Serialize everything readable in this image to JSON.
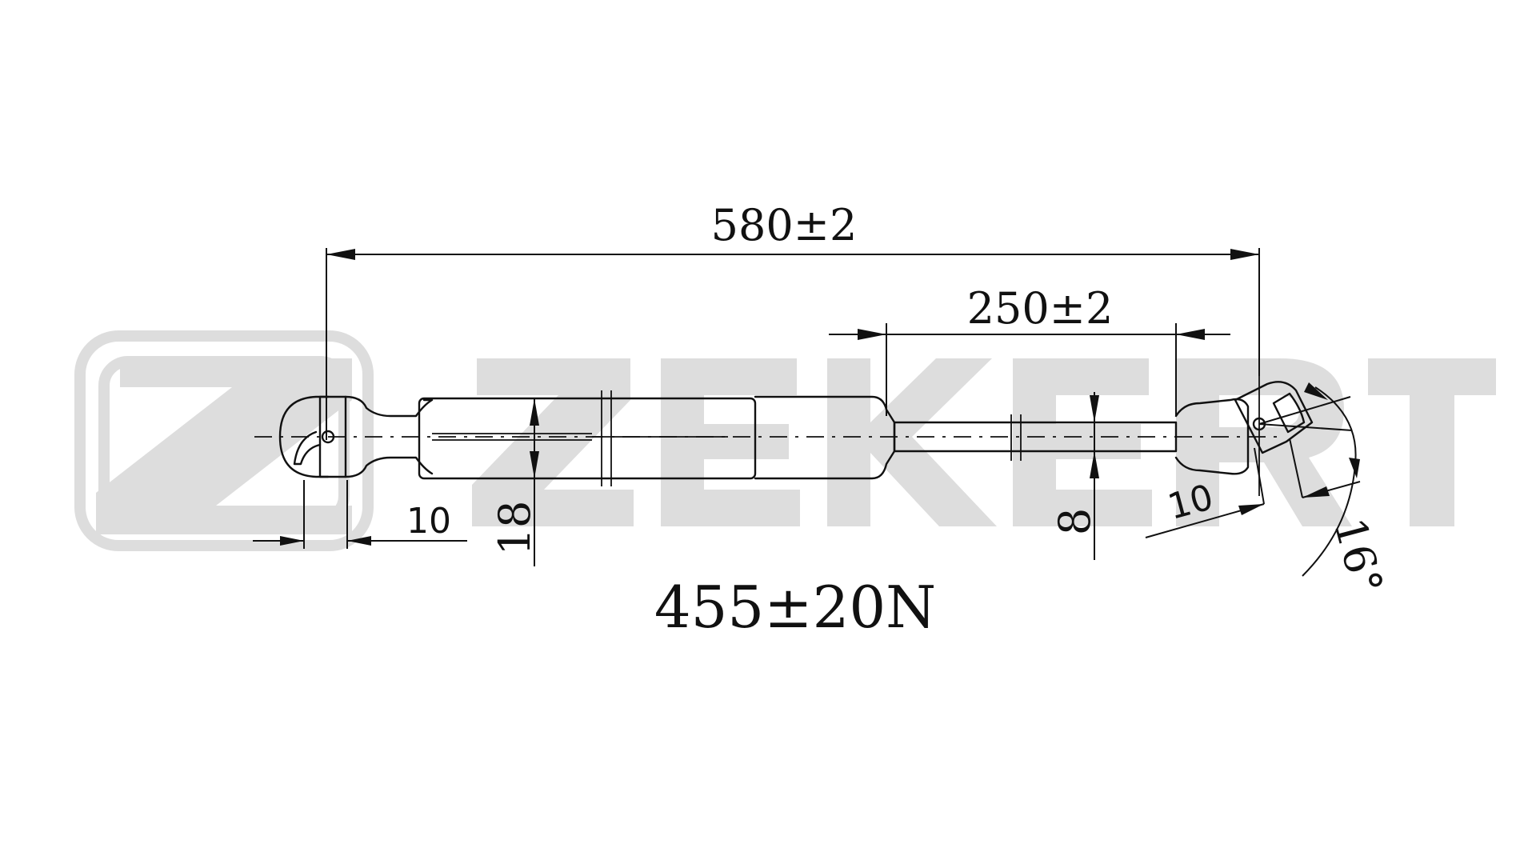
{
  "brand": {
    "watermark": "ZEKERT",
    "watermark_color": "#dddddd"
  },
  "dimensions": {
    "overall_length": "580±2",
    "stroke_length": "250±2",
    "end_fitting_left": "10",
    "end_fitting_right": "10",
    "cylinder_diameter": "18",
    "rod_diameter": "8",
    "swivel_angle": "16°"
  },
  "force": {
    "label": "455±20N"
  },
  "colors": {
    "ink": "#111111",
    "background": "#ffffff"
  }
}
